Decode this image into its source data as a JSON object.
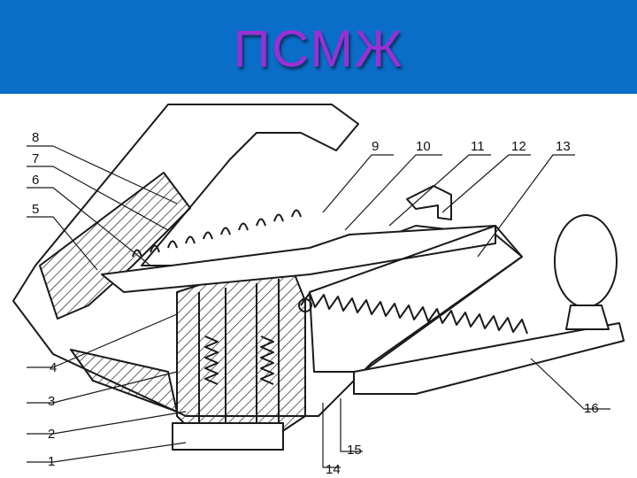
{
  "slide": {
    "title": "ПСМЖ"
  },
  "diagram": {
    "part_labels": [
      "1",
      "2",
      "3",
      "4",
      "5",
      "6",
      "7",
      "8",
      "9",
      "10",
      "11",
      "12",
      "13",
      "14",
      "15",
      "16"
    ]
  }
}
